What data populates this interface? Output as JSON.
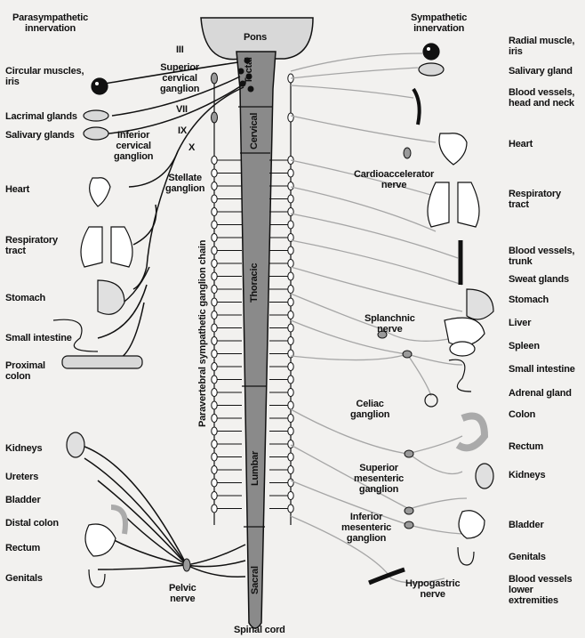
{
  "header": {
    "parasympathetic": "Parasympathetic\ninnervation",
    "sympathetic": "Sympathetic\ninnervation",
    "pons": "Pons",
    "spinal_cord": "Spinal cord"
  },
  "left_organs": {
    "circular_muscles": "Circular muscles,\niris",
    "lacrimal": "Lacrimal glands",
    "salivary": "Salivary glands",
    "heart": "Heart",
    "respiratory": "Respiratory\ntract",
    "stomach": "Stomach",
    "small_intestine": "Small intestine",
    "proximal_colon": "Proximal\ncolon",
    "kidneys": "Kidneys",
    "ureters": "Ureters",
    "bladder": "Bladder",
    "distal_colon": "Distal colon",
    "rectum": "Rectum",
    "genitals": "Genitals"
  },
  "cranial_nerves": {
    "iii": "III",
    "vii": "VII",
    "ix": "IX",
    "x": "X"
  },
  "ganglia_left": {
    "superior_cervical": "Superior\ncervical\nganglion",
    "inferior_cervical": "Inferior\ncervical\nganglion",
    "stellate": "Stellate\nganglion",
    "pelvic_nerve": "Pelvic\nnerve"
  },
  "cord_regions": {
    "tectal": "Tectal",
    "cervical": "Cervical",
    "thoracic": "Thoracic",
    "lumbar": "Lumbar",
    "sacral": "Sacral"
  },
  "chain_label": "Paravertebral sympathetic ganglion chain",
  "ganglia_right": {
    "cardioaccelerator": "Cardioaccelerator\nnerve",
    "splanchnic": "Splanchnic\nnerve",
    "celiac": "Celiac\nganglion",
    "superior_mesenteric": "Superior\nmesenteric\nganglion",
    "inferior_mesenteric": "Inferior\nmesenteric\nganglion",
    "hypogastric": "Hypogastric\nnerve"
  },
  "right_organs": {
    "radial_muscle": "Radial muscle,\niris",
    "salivary": "Salivary gland",
    "vessels_head": "Blood vessels,\nhead and neck",
    "heart": "Heart",
    "respiratory": "Respiratory\ntract",
    "vessels_trunk": "Blood vessels,\ntrunk",
    "sweat": "Sweat glands",
    "stomach": "Stomach",
    "liver": "Liver",
    "spleen": "Spleen",
    "small_intestine": "Small intestine",
    "adrenal": "Adrenal gland",
    "colon": "Colon",
    "rectum": "Rectum",
    "kidneys": "Kidneys",
    "bladder": "Bladder",
    "genitals": "Genitals",
    "vessels_lower": "Blood vessels\nlower\nextremities"
  },
  "colors": {
    "cord": "#8a8a8a",
    "nerve_dark": "#222222",
    "nerve_light": "#a6a6a6",
    "background": "#f2f1ef"
  }
}
